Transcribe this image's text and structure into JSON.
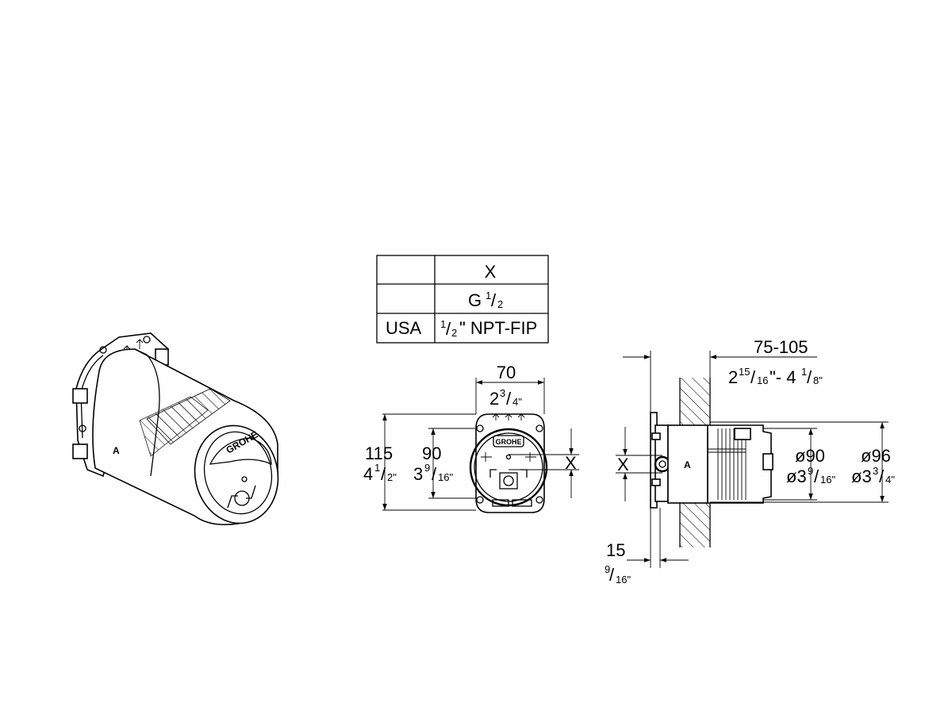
{
  "table": {
    "header": [
      "",
      "X"
    ],
    "rows": [
      [
        "",
        "G 1/2"
      ],
      [
        "USA",
        "1/2\" NPT-FIP"
      ]
    ],
    "g_prefix": "G",
    "g_num": "1",
    "g_den": "2",
    "npt_num": "1",
    "npt_rest": "2\" NPT-FIP"
  },
  "brand": "GROHE",
  "label_a": "A",
  "label_x": "X",
  "dims": {
    "width_mm": "70",
    "width_in_whole": "2",
    "width_in_num": "3",
    "width_in_den": "4\"",
    "height_mm": "115",
    "height_in_whole": "4",
    "height_in_num": "1",
    "height_in_den": "2\"",
    "inner_mm": "90",
    "inner_in_whole": "3",
    "inner_in_num": "9",
    "inner_in_den": "16\"",
    "depth_mm": "75-105",
    "depth_in_a_whole": "2",
    "depth_in_a_num": "15",
    "depth_in_a_den": "16\"- 4",
    "depth_in_b_num": "1",
    "depth_in_b_den": "8\"",
    "dia90_mm": "ø90",
    "dia90_in": "ø3",
    "dia90_in_num": "9",
    "dia90_in_den": "16\"",
    "dia96_mm": "ø96",
    "dia96_in": "ø3",
    "dia96_in_num": "3",
    "dia96_in_den": "4\"",
    "wall_mm": "15",
    "wall_in_num": "9",
    "wall_in_den": "16\""
  },
  "icons": [
    "perspective-product-view",
    "front-view",
    "side-view",
    "dimension-table"
  ]
}
